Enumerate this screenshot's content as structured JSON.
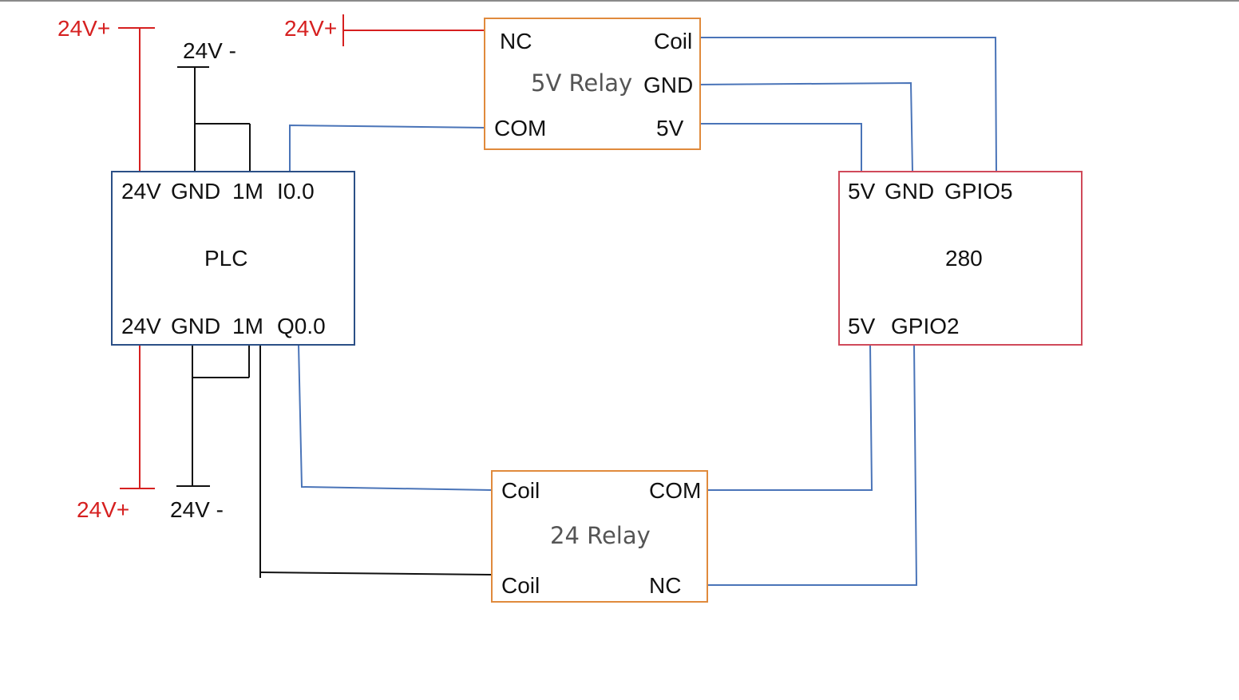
{
  "plc": {
    "title": "PLC",
    "top_pins": {
      "v24": "24V",
      "gnd": "GND",
      "m1": "1M",
      "input": "I0.0"
    },
    "bottom_pins": {
      "v24": "24V",
      "gnd": "GND",
      "m1": "1M",
      "output": "Q0.0"
    }
  },
  "relay_5v": {
    "title": "5V Relay",
    "pins": {
      "nc": "NC",
      "coil": "Coil",
      "gnd": "GND",
      "com": "COM",
      "v5": "5V"
    }
  },
  "board_280": {
    "title": "280",
    "top_pins": {
      "v5": "5V",
      "gnd": "GND",
      "gpio5": "GPIO5"
    },
    "bottom_pins": {
      "v5": "5V",
      "gpio2": "GPIO2"
    }
  },
  "relay_24": {
    "title": "24 Relay",
    "pins": {
      "coil_top": "Coil",
      "com": "COM",
      "coil_bottom": "Coil",
      "nc": "NC"
    }
  },
  "power": {
    "top_left_plus": "24V+",
    "top_left_minus": "24V -",
    "relay_plus": "24V+",
    "bottom_plus": "24V+",
    "bottom_minus": "24V -"
  },
  "colors": {
    "wire_signal": "#4a74b8",
    "wire_ground": "#111111",
    "wire_power": "#d62020",
    "plc_border": "#2b4f86",
    "relay_border": "#e08a3c",
    "board_border": "#d04a5a"
  }
}
